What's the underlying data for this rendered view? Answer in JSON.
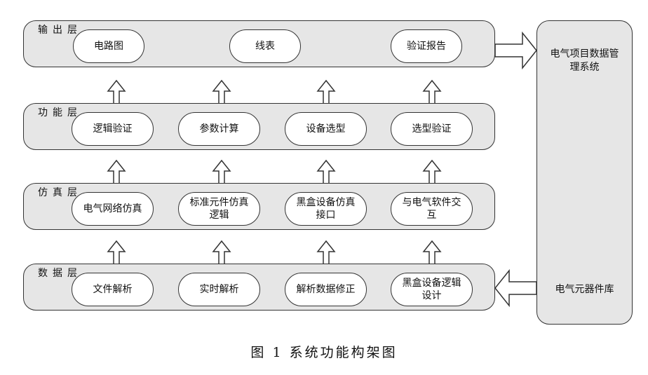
{
  "layers": [
    {
      "label": "输出层",
      "nodes": [
        "电路图",
        "线表",
        "验证报告"
      ]
    },
    {
      "label": "功能层",
      "nodes": [
        "逻辑验证",
        "参数计算",
        "设备选型",
        "选型验证"
      ]
    },
    {
      "label": "仿真层",
      "nodes": [
        "电气网络仿真",
        "标准元件仿真逻辑",
        "黑盒设备仿真接口",
        "与电气软件交互"
      ]
    },
    {
      "label": "数据层",
      "nodes": [
        "文件解析",
        "实时解析",
        "解析数据修正",
        "黑盒设备逻辑设计"
      ]
    }
  ],
  "side": {
    "top_label": "电气项目数据管理系统",
    "bottom_label": "电气元器件库"
  },
  "caption": "图 1 系统功能构架图"
}
